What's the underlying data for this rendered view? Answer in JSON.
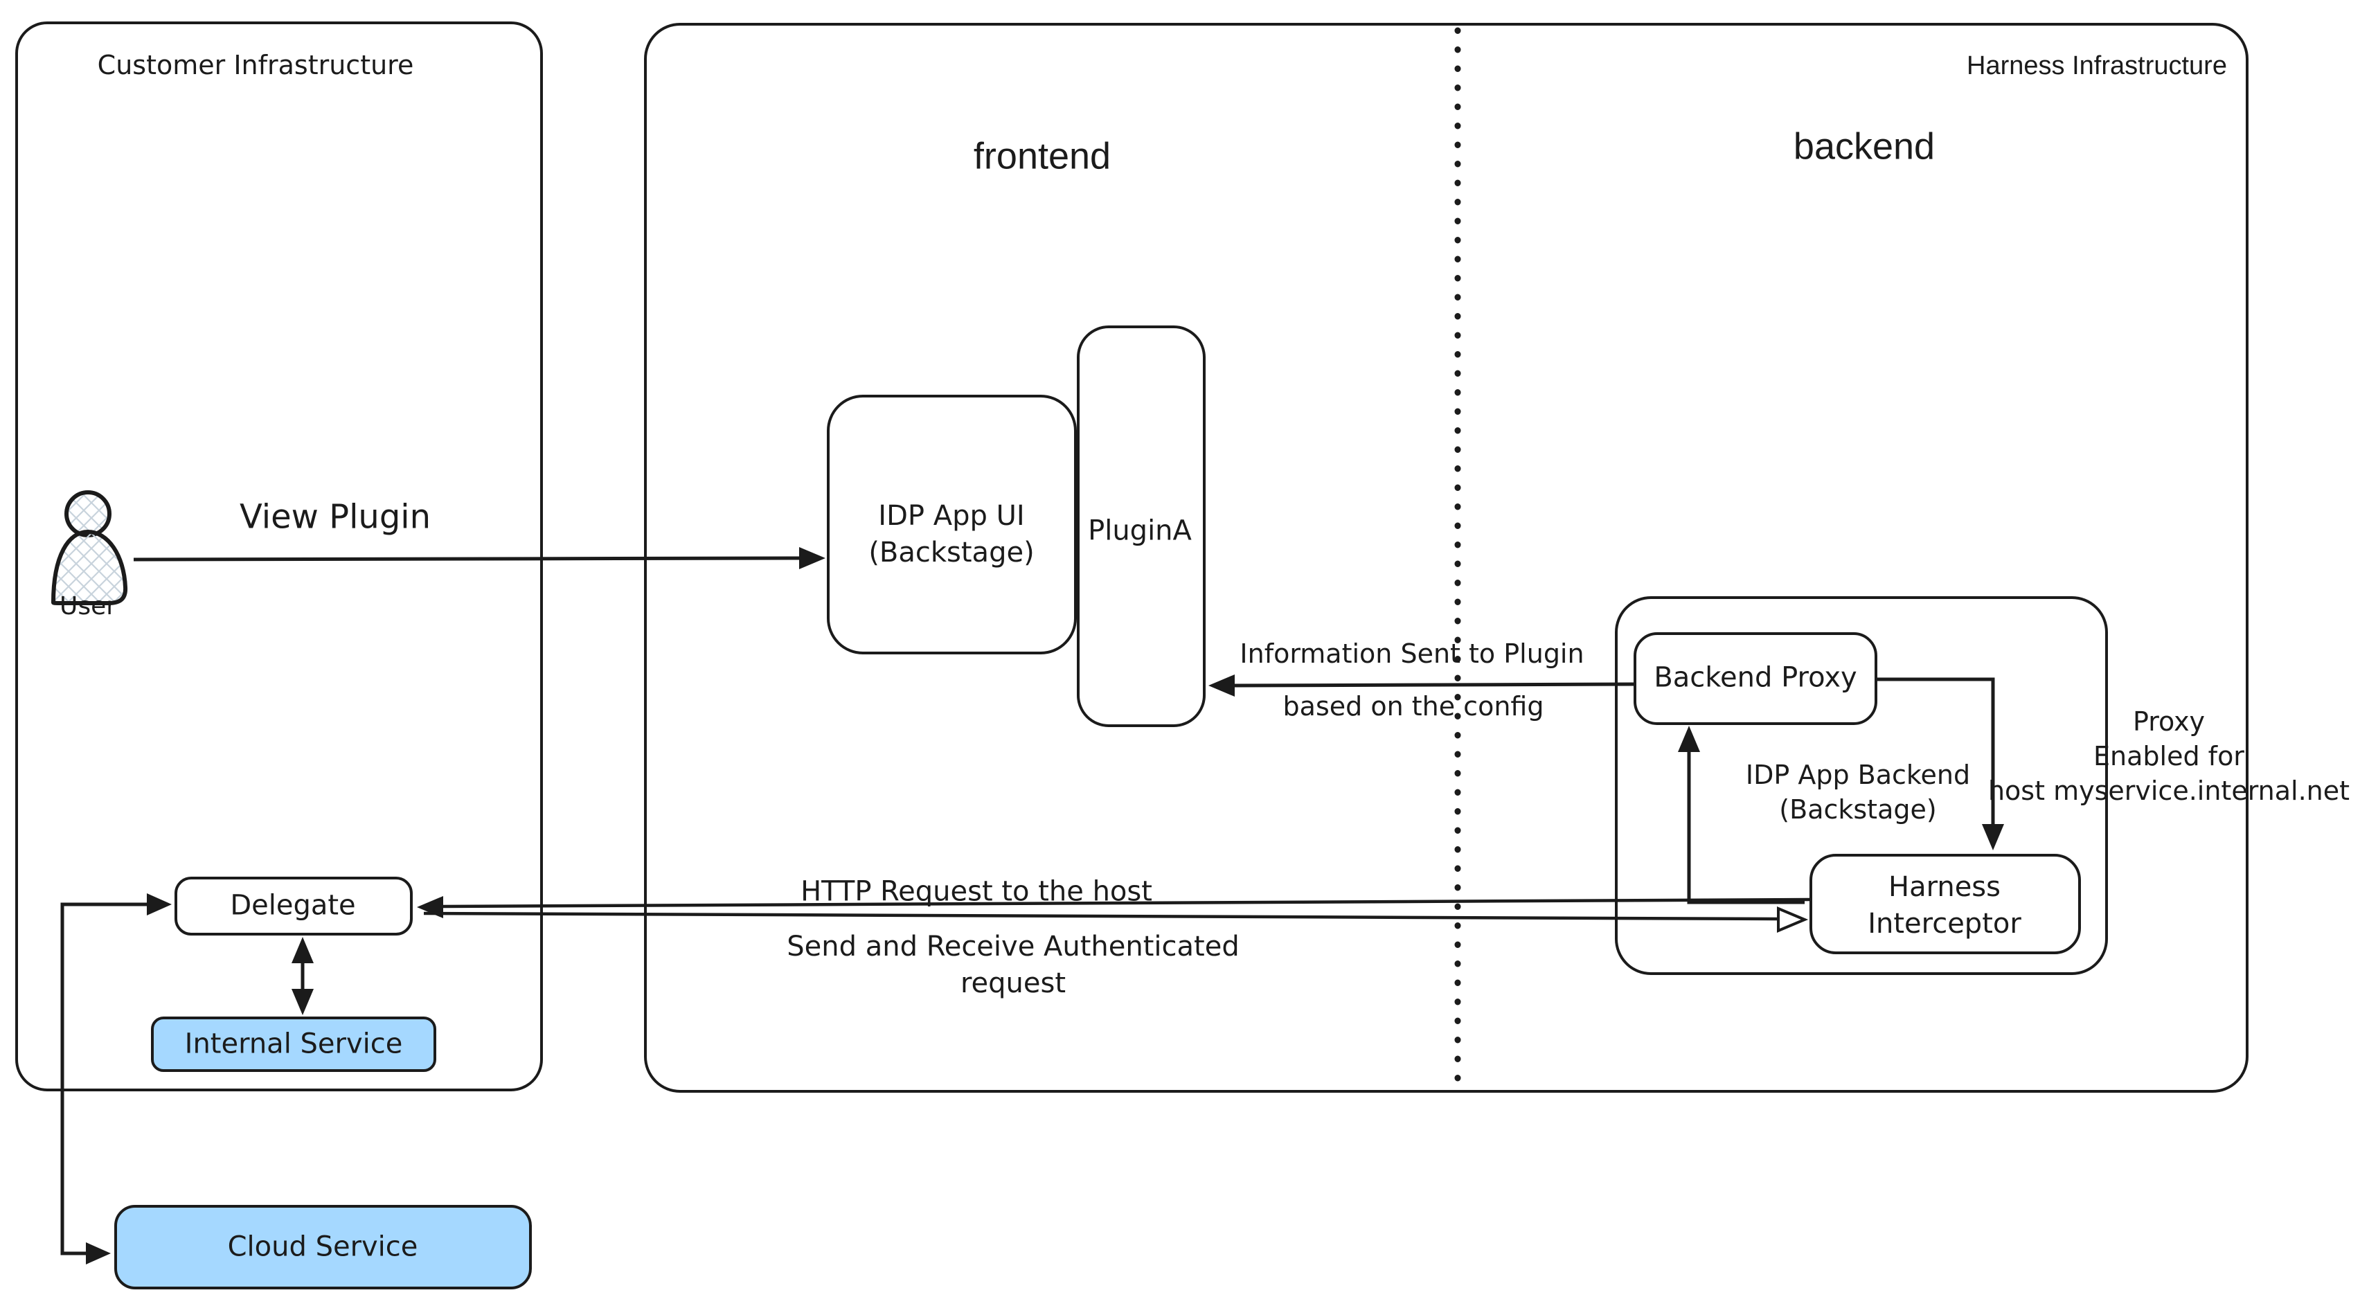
{
  "colors": {
    "stroke": "#1b1b1b",
    "service_fill": "#a5d8ff",
    "background": "#ffffff",
    "hatch": "#c8d3dc"
  },
  "regions": {
    "customer": {
      "title": "Customer Infrastructure"
    },
    "harness": {
      "title": "Harness Infrastructure"
    },
    "frontend_zone": "frontend",
    "backend_zone": "backend"
  },
  "nodes": {
    "user": {
      "label": "User"
    },
    "idp_app_ui": {
      "line1": "IDP App UI",
      "line2": "(Backstage)"
    },
    "plugin_a": {
      "label": "PluginA"
    },
    "backend_proxy": {
      "label": "Backend Proxy"
    },
    "idp_app_backend": {
      "line1": "IDP App Backend",
      "line2": "(Backstage)"
    },
    "harness_interceptor": {
      "line1": "Harness",
      "line2": "Interceptor"
    },
    "delegate": {
      "label": "Delegate"
    },
    "internal_service": {
      "label": "Internal Service"
    },
    "cloud_service": {
      "label": "Cloud Service"
    }
  },
  "edges": {
    "view_plugin": {
      "label": "View Plugin"
    },
    "info_sent": {
      "line1": "Information Sent to Plugin",
      "line2": "based on the config"
    },
    "proxy_enabled": {
      "line1": "Proxy",
      "line2": "Enabled for",
      "line3": "host myservice.internal.net"
    },
    "http_request": {
      "label": "HTTP Request to the host"
    },
    "send_receive": {
      "line1": "Send and Receive Authenticated",
      "line2": "request"
    }
  }
}
